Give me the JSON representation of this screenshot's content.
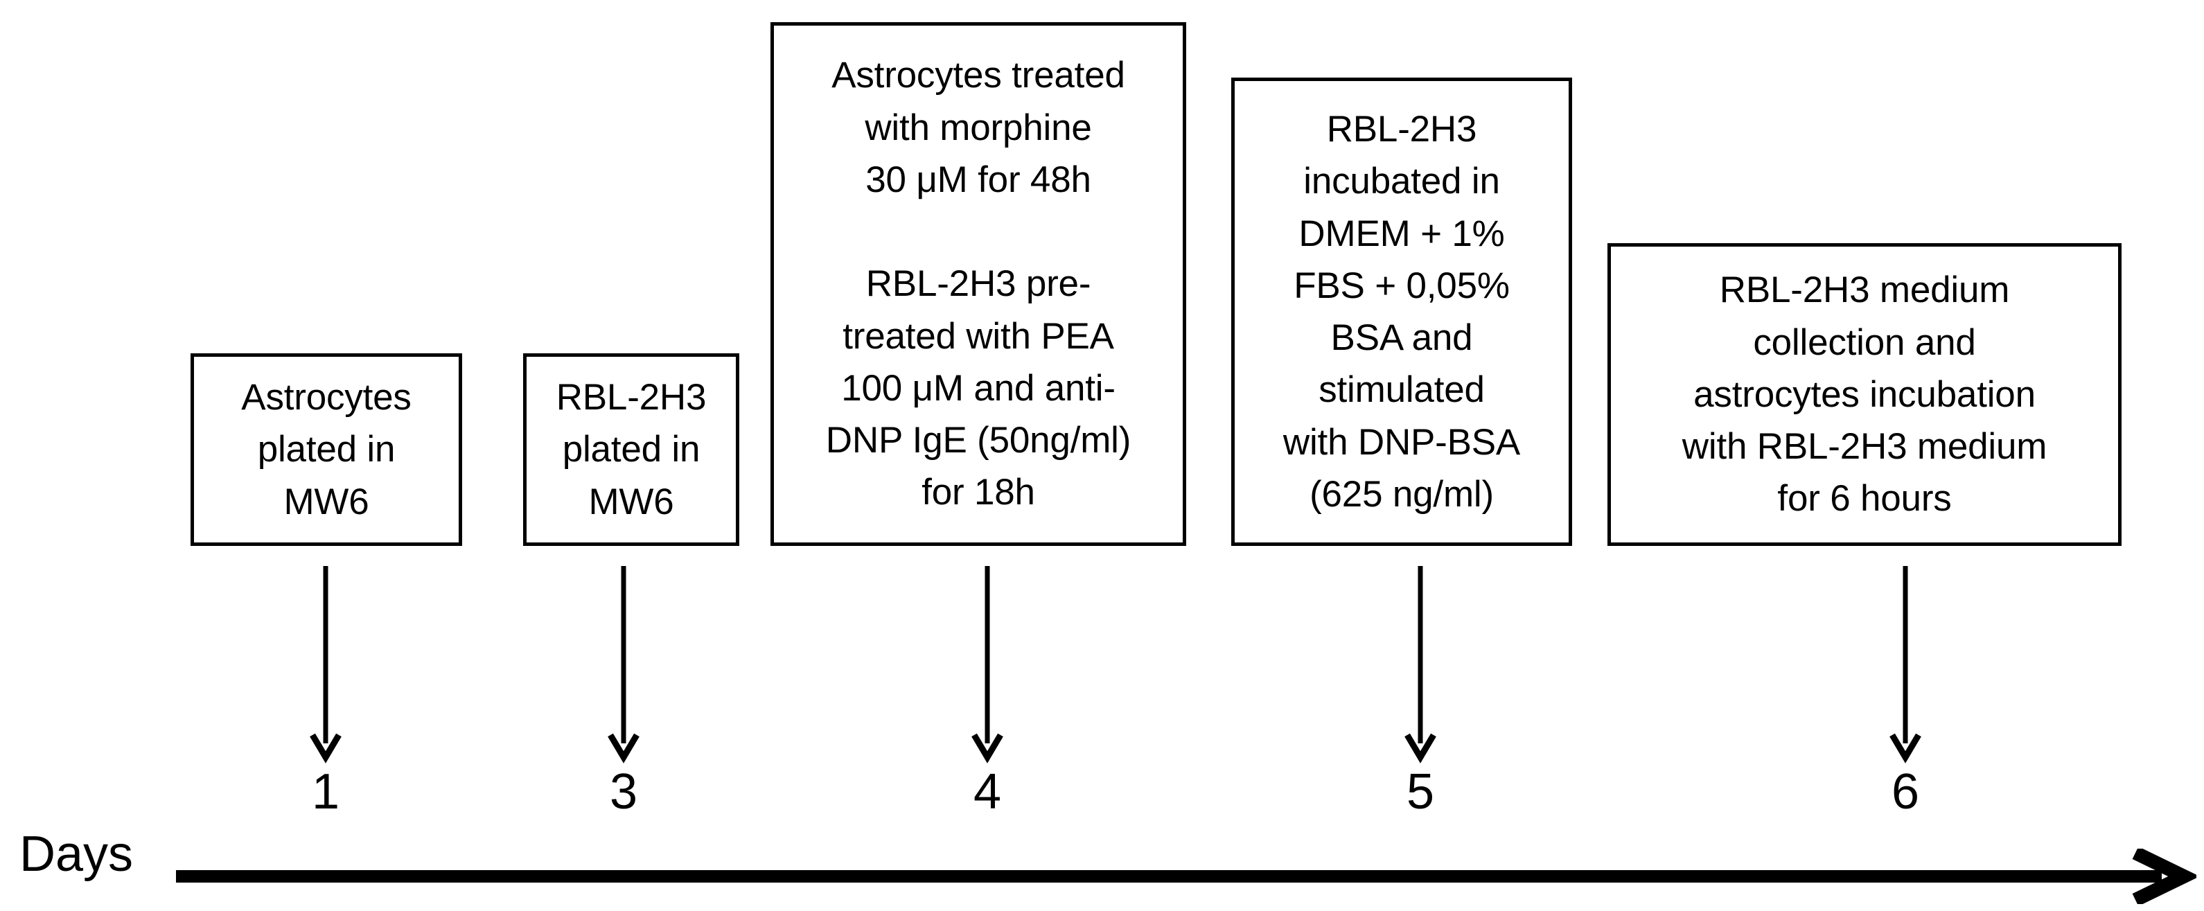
{
  "diagram": {
    "title_axis": "Days",
    "axis": {
      "label": "Days",
      "direction": "left-to-right",
      "arrow_icon": "arrow-right-icon"
    },
    "steps": [
      {
        "id": "step-1",
        "day": "1",
        "text": "Astrocytes\nplated in\nMW6",
        "arrow_icon": "arrow-down-icon"
      },
      {
        "id": "step-2",
        "day": "3",
        "text": "RBL-2H3\nplated in\nMW6",
        "arrow_icon": "arrow-down-icon"
      },
      {
        "id": "step-3",
        "day": "4",
        "text": "Astrocytes treated\nwith morphine\n30 μM for 48h\n\nRBL-2H3 pre-\ntreated with PEA\n100 μM and anti-\nDNP IgE (50ng/ml)\nfor 18h",
        "arrow_icon": "arrow-down-icon"
      },
      {
        "id": "step-4",
        "day": "5",
        "text": "RBL-2H3\nincubated in\nDMEM + 1%\nFBS + 0,05%\nBSA and\nstimulated\nwith DNP-BSA\n(625 ng/ml)",
        "arrow_icon": "arrow-down-icon"
      },
      {
        "id": "step-5",
        "day": "6",
        "text": "RBL-2H3 medium\ncollection and\nastrocytes incubation\nwith RBL-2H3 medium\nfor 6 hours",
        "arrow_icon": "arrow-down-icon"
      }
    ],
    "colors": {
      "stroke": "#000000",
      "background": "#ffffff",
      "text": "#000000"
    }
  }
}
